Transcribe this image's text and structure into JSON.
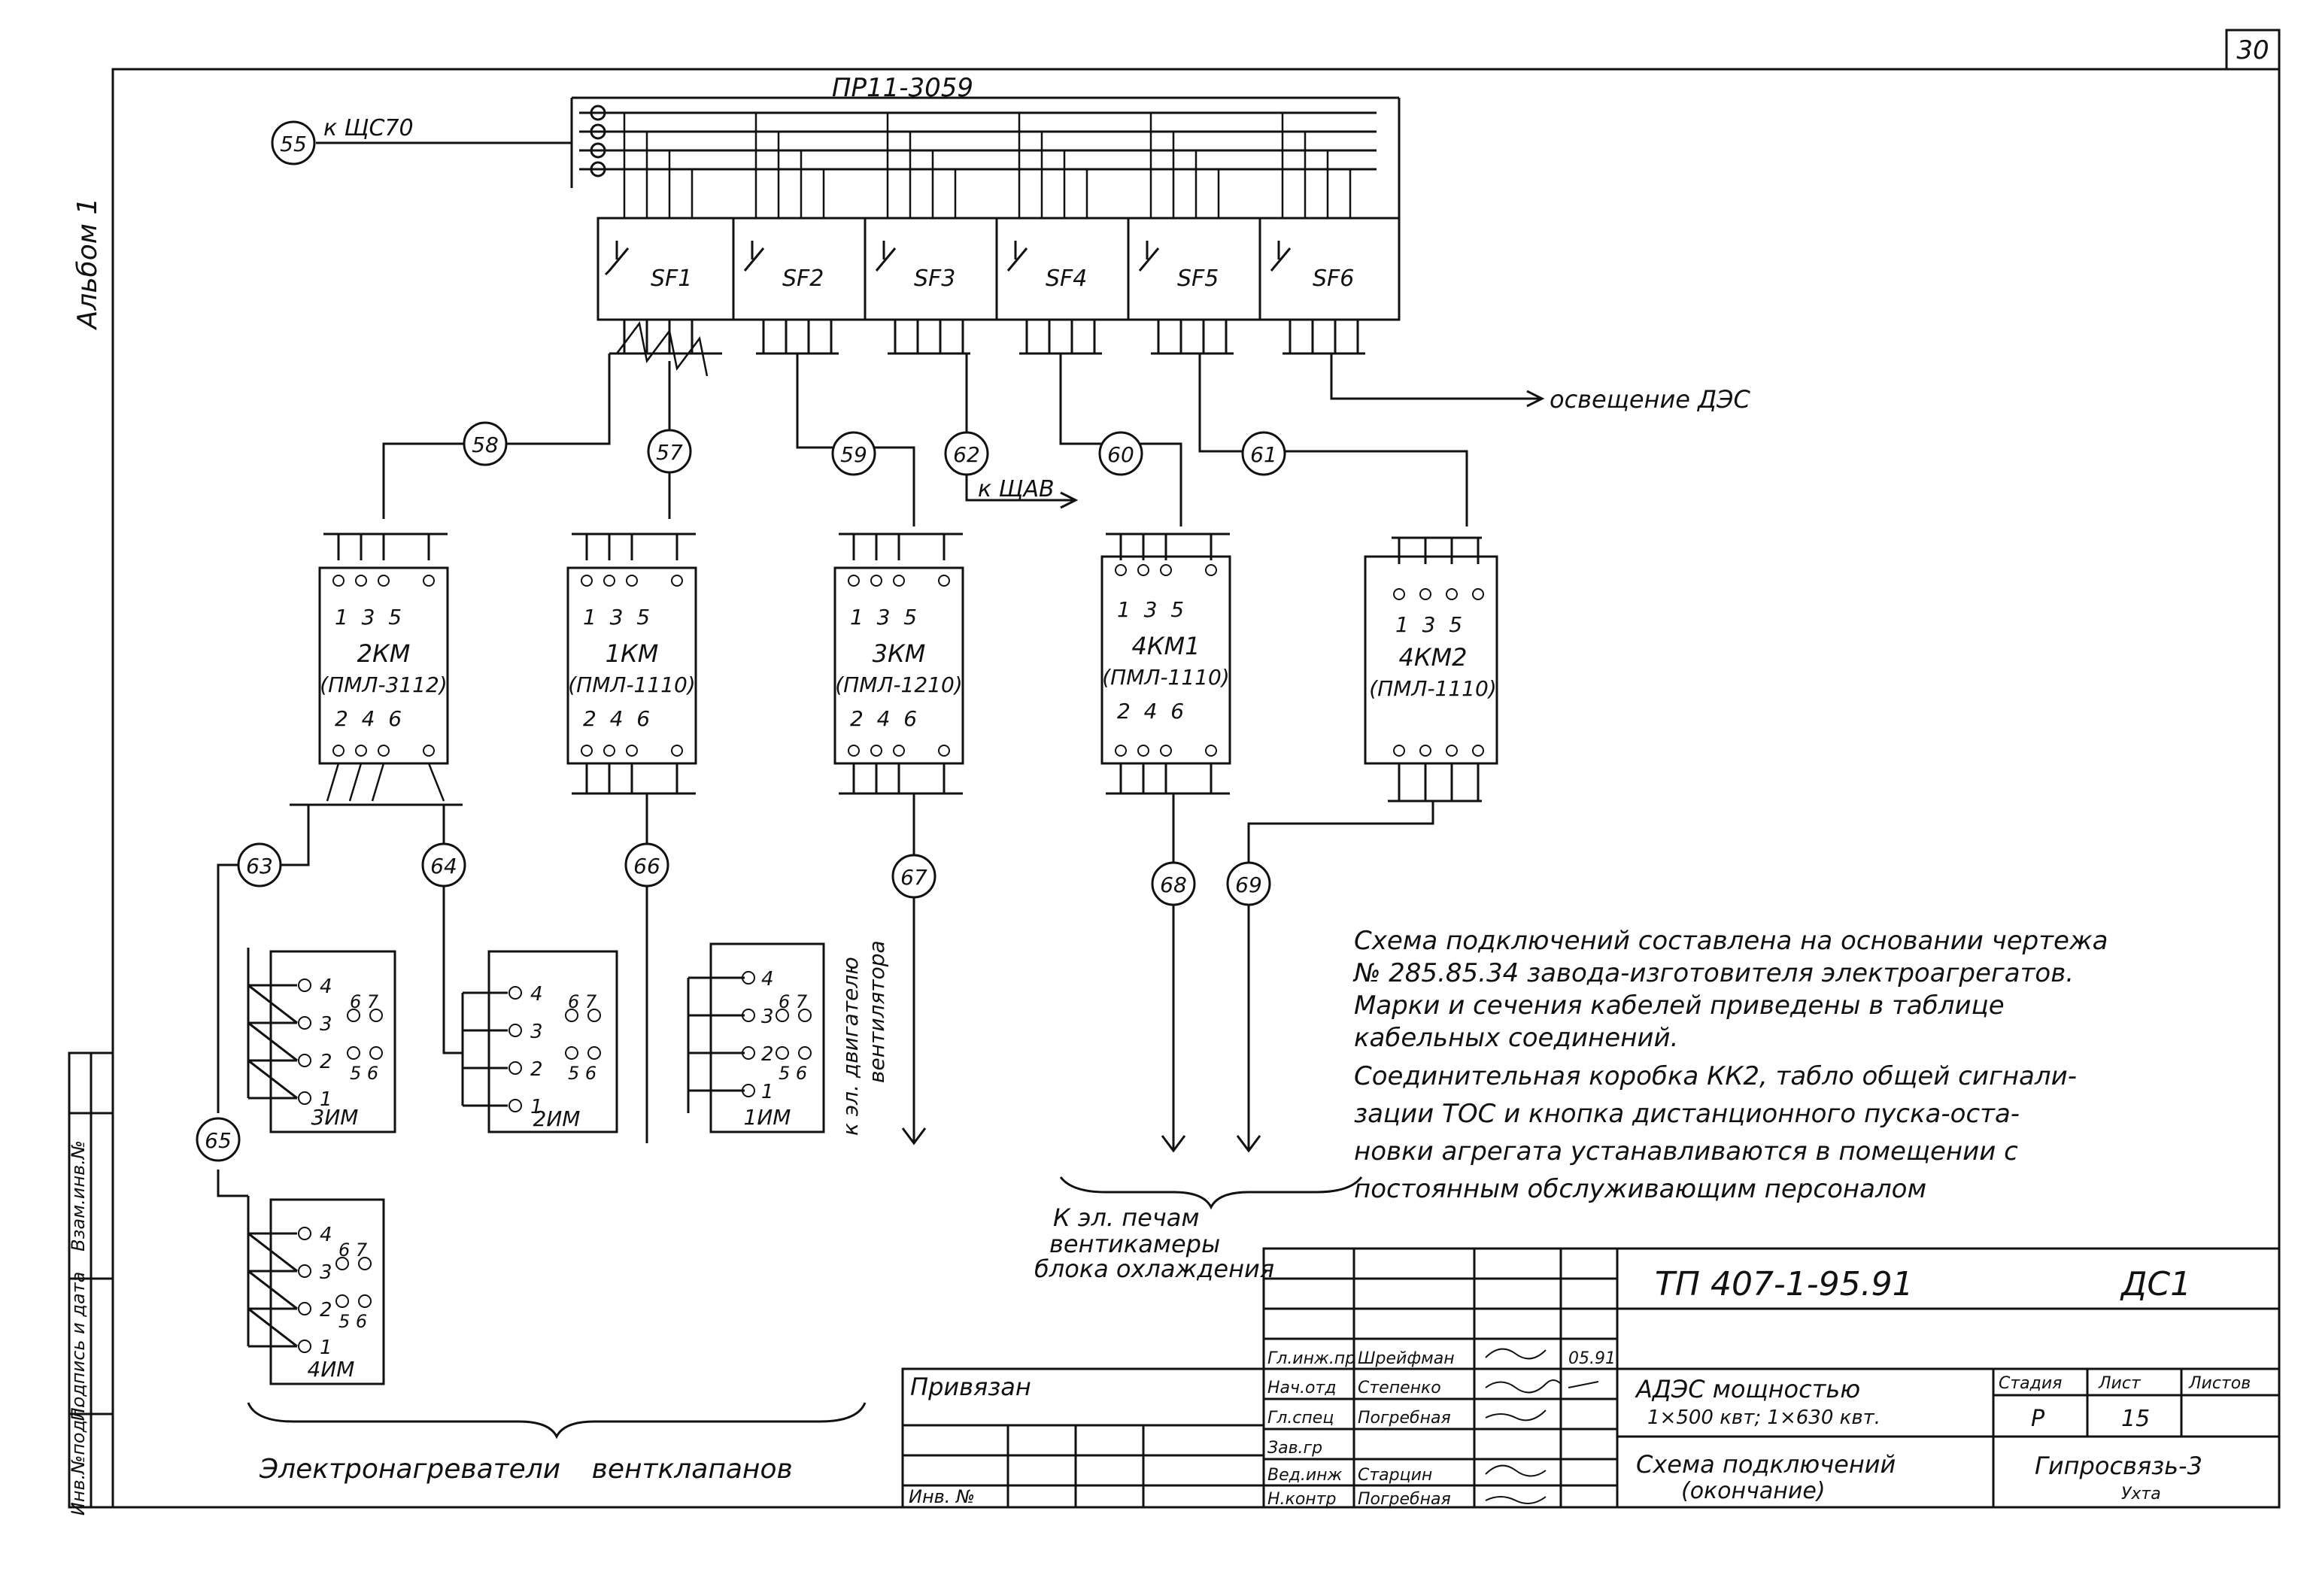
{
  "sheet_number": "30",
  "album_label": "Альбом 1",
  "side_stamp": {
    "inv_orig": "Инв.№подл.",
    "sign_date": "Подпись и дата",
    "vzam_inv": "Взам.инв.№"
  },
  "panel": {
    "name": "ПР11-3059"
  },
  "feed": {
    "cable": "55",
    "label": "к ЩС70"
  },
  "breakers": [
    "SF1",
    "SF2",
    "SF3",
    "SF4",
    "SF5",
    "SF6"
  ],
  "lighting_label": "освещение ДЭС",
  "cables_top": [
    "58",
    "57",
    "59",
    "62",
    "60",
    "61"
  ],
  "shchav_label": "к ЩАВ",
  "contactors": [
    {
      "name": "2КМ",
      "type": "(ПМЛ-3112)",
      "top_pins": "1  3  5",
      "bottom_pins": "2  4  6"
    },
    {
      "name": "1КМ",
      "type": "(ПМЛ-1110)",
      "top_pins": "1  3  5",
      "bottom_pins": "2  4  6"
    },
    {
      "name": "3КМ",
      "type": "(ПМЛ-1210)",
      "top_pins": "1  3  5",
      "bottom_pins": "2  4  6"
    },
    {
      "name": "4КМ1",
      "type": "(ПМЛ-1110)",
      "top_pins": "1  3  5",
      "bottom_pins": "2  4  6"
    },
    {
      "name": "4КМ2",
      "type": "(ПМЛ-1110)",
      "top_pins": "1  3  5",
      "bottom_pins": ""
    }
  ],
  "cables_mid": [
    "63",
    "64",
    "66",
    "67",
    "68",
    "69",
    "65"
  ],
  "motor_label_1": "к эл. двигателю",
  "motor_label_2": "вентилятора",
  "actuators": [
    {
      "name": "3ИМ",
      "pins": [
        "4",
        "3",
        "2",
        "1"
      ],
      "right_top": "6 7",
      "right_bottom": "5 6"
    },
    {
      "name": "2ИМ",
      "pins": [
        "4",
        "3",
        "2",
        "1"
      ],
      "right_top": "6 7",
      "right_bottom": "5 6"
    },
    {
      "name": "1ИМ",
      "pins": [
        "4",
        "3",
        "2",
        "1"
      ],
      "right_top": "6 7",
      "right_bottom": "5 6"
    },
    {
      "name": "4ИМ",
      "pins": [
        "4",
        "3",
        "2",
        "1"
      ],
      "right_top": "6 7",
      "right_bottom": "5 6"
    }
  ],
  "actuators_caption": "Электронагреватели вентклапанов",
  "heaters_caption": [
    "К эл. печам",
    "вентикамеры",
    "блока охлаждения"
  ],
  "notes": [
    "Схема подключений составлена на основании чертежа",
    "№ 285.85.34 завода-изготовителя электроагрегатов.",
    "Марки и сечения кабелей приведены в таблице",
    "кабельных соединений.",
    "Соединительная коробка КК2, табло общей сигнали-",
    "зации ТОС и кнопка дистанционного пуска-оста-",
    "новки агрегата устанавливаются в помещении с",
    "постоянным обслуживающим персоналом"
  ],
  "title_block": {
    "doc_code": "ТП 407-1-95.91",
    "doc_mark": "ДС1",
    "project_title_1": "АДЭС мощностью",
    "project_title_2": "1×500 квт; 1×630 квт.",
    "sheet_title_1": "Схема подключений",
    "sheet_title_2": "(окончание)",
    "stage_header": "Стадия",
    "sheet_header": "Лист",
    "sheets_header": "Листов",
    "stage": "Р",
    "sheet": "15",
    "org": "Гипросвязь-3",
    "org_sub": "Ухта",
    "privyazan": "Привязан",
    "inv_no": "Инв. №",
    "staff": [
      {
        "role": "Гл.инж.пр",
        "name": "Шрейфман"
      },
      {
        "role": "Нач.отд",
        "name": "Степенко"
      },
      {
        "role": "Гл.спец",
        "name": "Погребная"
      },
      {
        "role": "Зав.гр",
        "name": ""
      },
      {
        "role": "Вед.инж",
        "name": "Старцин"
      },
      {
        "role": "Н.контр",
        "name": "Погребная"
      }
    ],
    "date_mark": "05.91"
  }
}
